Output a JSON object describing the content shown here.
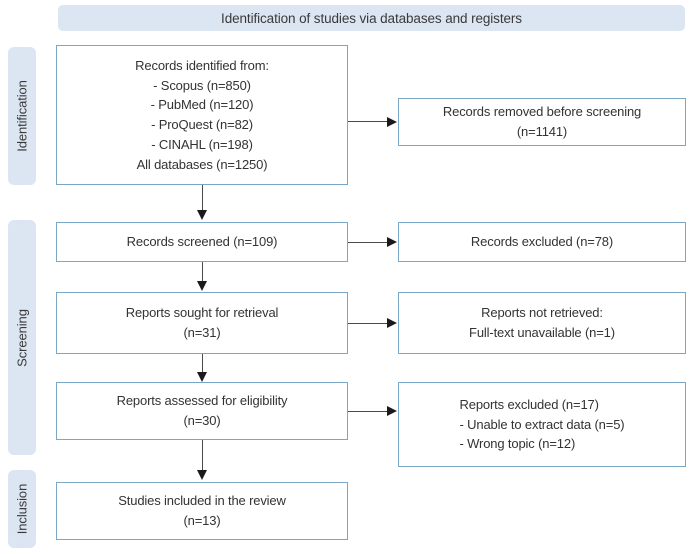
{
  "header": {
    "title": "Identification of studies via databases and registers"
  },
  "stages": {
    "identification": "Identification",
    "screening": "Screening",
    "inclusion": "Inclusion"
  },
  "flow": {
    "identified": "Records identified from:\n  - Scopus (n=850)\n  - PubMed (n=120)\n  - ProQuest (n=82)\n  - CINAHL (n=198)\nAll databases (n=1250)",
    "removed": "Records removed before screening\n(n=1141)",
    "screened": "Records screened (n=109)",
    "excluded_screened": "Records excluded (n=78)",
    "sought": "Reports sought for retrieval\n(n=31)",
    "not_retrieved": "Reports not retrieved:\nFull-text unavailable (n=1)",
    "assessed": "Reports assessed for eligibility\n(n=30)",
    "excluded_assessed": "Reports excluded (n=17)\n   - Unable to extract data (n=5)\n   - Wrong topic (n=12)",
    "included": "Studies included in the review\n(n=13)"
  },
  "chart_data": {
    "type": "diagram",
    "title": "Identification of studies via databases and registers",
    "diagram_kind": "PRISMA flow diagram",
    "stages": [
      "Identification",
      "Screening",
      "Inclusion"
    ],
    "nodes": [
      {
        "id": "identified",
        "stage": "Identification",
        "column": "left",
        "label": "Records identified from:",
        "sources": [
          {
            "name": "Scopus",
            "n": 850
          },
          {
            "name": "PubMed",
            "n": 120
          },
          {
            "name": "ProQuest",
            "n": 82
          },
          {
            "name": "CINAHL",
            "n": 198
          }
        ],
        "total_label": "All databases",
        "n": 1250
      },
      {
        "id": "removed",
        "stage": "Identification",
        "column": "right",
        "label": "Records removed before screening",
        "n": 1141
      },
      {
        "id": "screened",
        "stage": "Screening",
        "column": "left",
        "label": "Records screened",
        "n": 109
      },
      {
        "id": "excluded_screened",
        "stage": "Screening",
        "column": "right",
        "label": "Records excluded",
        "n": 78
      },
      {
        "id": "sought",
        "stage": "Screening",
        "column": "left",
        "label": "Reports sought for retrieval",
        "n": 31
      },
      {
        "id": "not_retrieved",
        "stage": "Screening",
        "column": "right",
        "label": "Reports not retrieved: Full-text unavailable",
        "n": 1
      },
      {
        "id": "assessed",
        "stage": "Screening",
        "column": "left",
        "label": "Reports assessed for eligibility",
        "n": 30
      },
      {
        "id": "excluded_assessed",
        "stage": "Screening",
        "column": "right",
        "label": "Reports excluded",
        "n": 17,
        "reasons": [
          {
            "name": "Unable to extract data",
            "n": 5
          },
          {
            "name": "Wrong topic",
            "n": 12
          }
        ]
      },
      {
        "id": "included",
        "stage": "Inclusion",
        "column": "left",
        "label": "Studies included in the review",
        "n": 13
      }
    ],
    "edges": [
      {
        "from": "identified",
        "to": "removed",
        "direction": "right"
      },
      {
        "from": "identified",
        "to": "screened",
        "direction": "down"
      },
      {
        "from": "screened",
        "to": "excluded_screened",
        "direction": "right"
      },
      {
        "from": "screened",
        "to": "sought",
        "direction": "down"
      },
      {
        "from": "sought",
        "to": "not_retrieved",
        "direction": "right"
      },
      {
        "from": "sought",
        "to": "assessed",
        "direction": "down"
      },
      {
        "from": "assessed",
        "to": "excluded_assessed",
        "direction": "right"
      },
      {
        "from": "assessed",
        "to": "included",
        "direction": "down"
      }
    ]
  },
  "colors": {
    "banner_fill": "#dce5f2",
    "box_border": "#7ba7c7",
    "box_fill": "#ffffff",
    "text": "#333333",
    "connector": "#4a4a4a"
  }
}
